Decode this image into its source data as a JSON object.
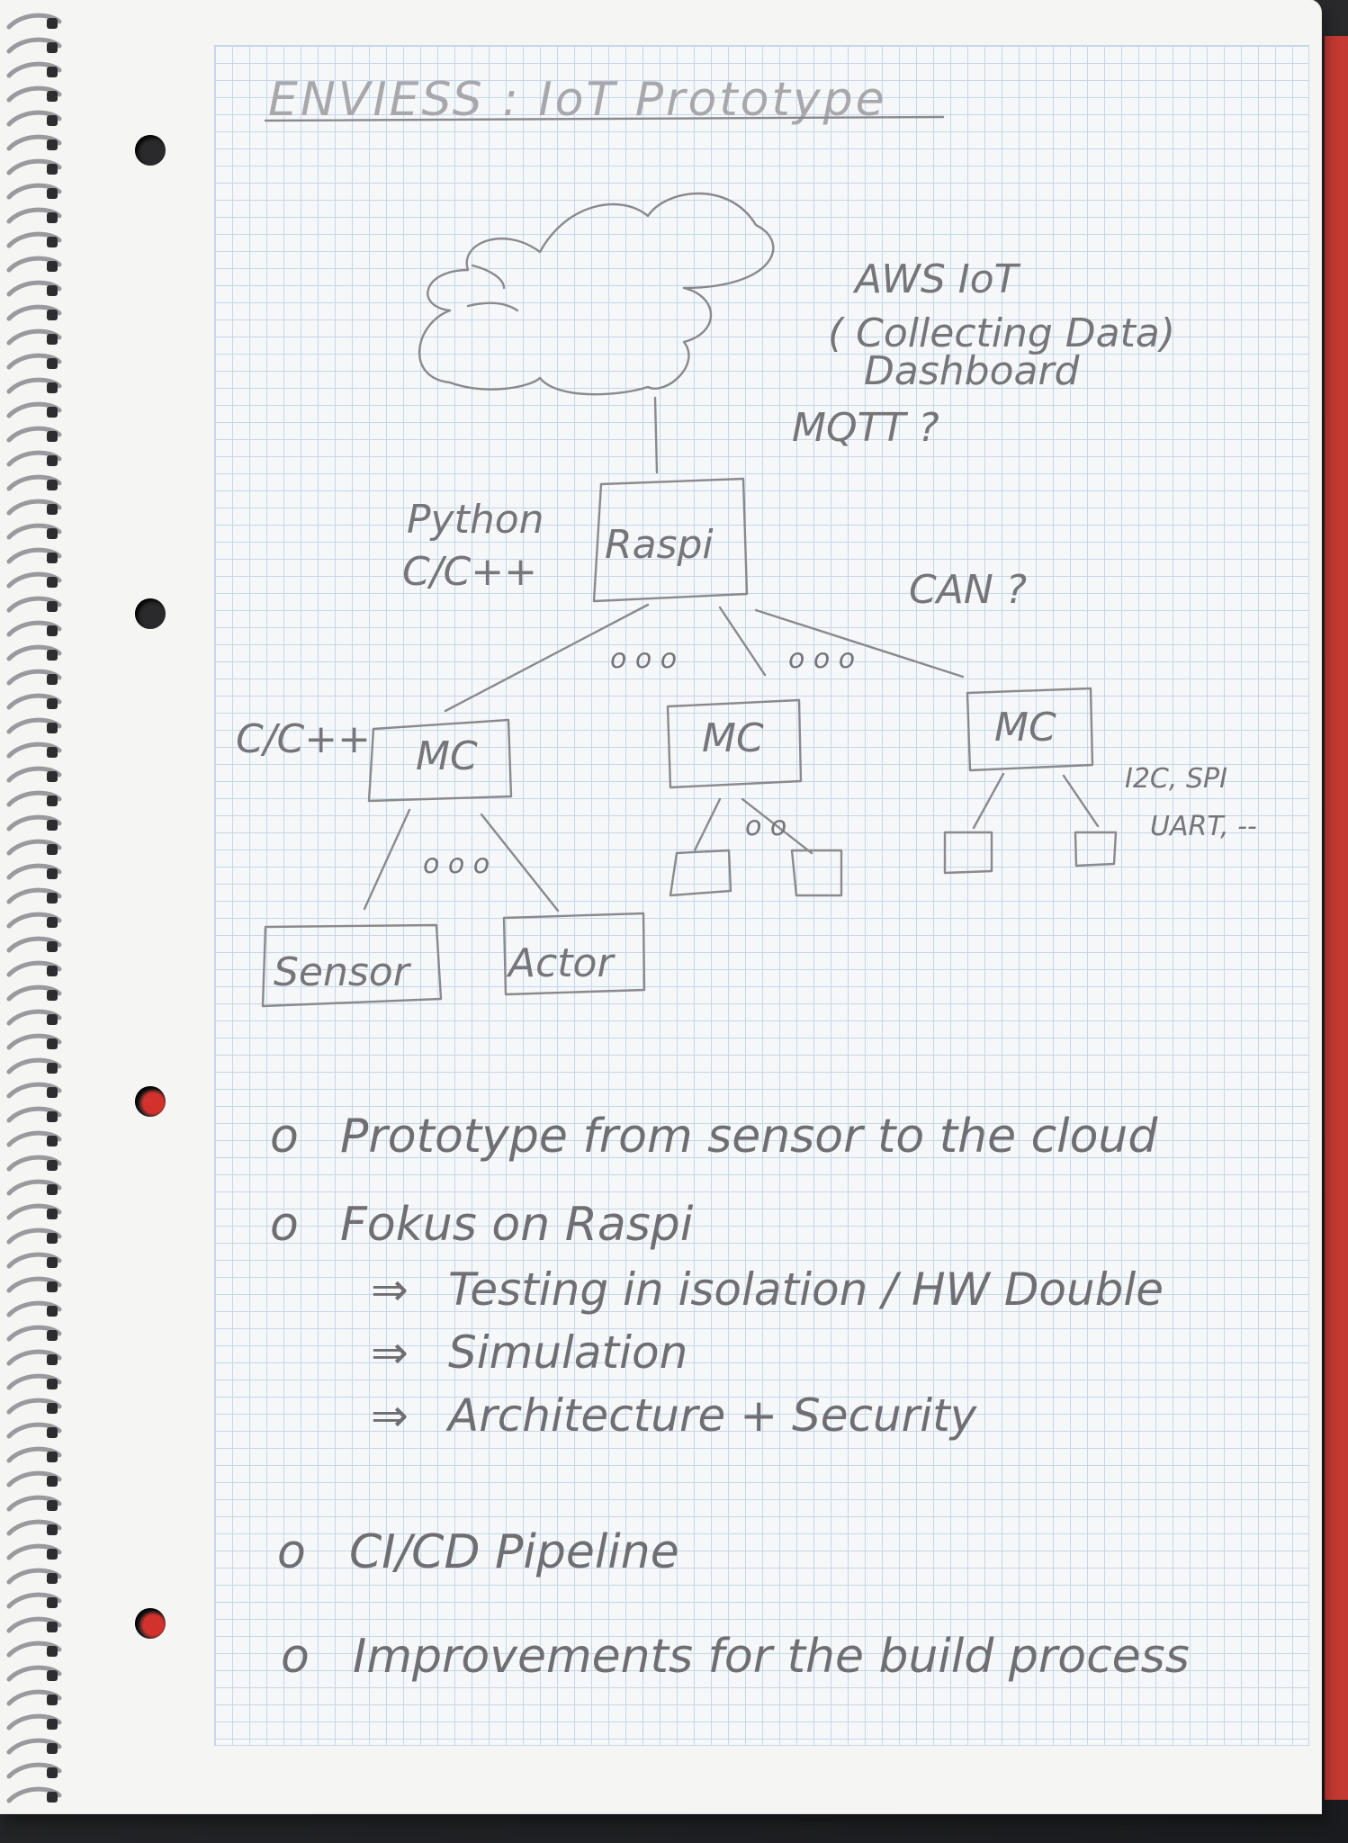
{
  "title": "ENVIESS : IoT Prototype",
  "cloud": {
    "label": "AWS IoT",
    "note_line1": "( Collecting Data)",
    "note_line2": "Dashboard"
  },
  "link_protocols": {
    "upper": "MQTT ?",
    "lower": "CAN ?",
    "right_line1": "I2C, SPI",
    "right_line2": "UART, --"
  },
  "raspi": {
    "label": "Raspi",
    "lang_line1": "Python",
    "lang_line2": "C/C++",
    "dots_left": "o o o",
    "dots_right": "o o o"
  },
  "mc_nodes": {
    "label": "MC",
    "left_lang": "C/C++",
    "dots": "o o o",
    "mid_dots": "o o"
  },
  "leaf_nodes": {
    "sensor": "Sensor",
    "actor": "Actor"
  },
  "bullets": [
    {
      "marker": "o",
      "text": "Prototype from sensor to the cloud"
    },
    {
      "marker": "o",
      "text": "Fokus on Raspi"
    }
  ],
  "sub_bullets": [
    {
      "marker": "⇒",
      "text": "Testing in isolation / HW Double"
    },
    {
      "marker": "⇒",
      "text": "Simulation"
    },
    {
      "marker": "⇒",
      "text": "Architecture + Security"
    }
  ],
  "bullets2": [
    {
      "marker": "o",
      "text": "CI/CD Pipeline"
    },
    {
      "marker": "o",
      "text": "Improvements for the build process"
    }
  ],
  "colors": {
    "paper": "#f5f5f3",
    "grid": "#c5d7ea",
    "pencil": "#7a7a7e",
    "cover": "#c43a33"
  }
}
